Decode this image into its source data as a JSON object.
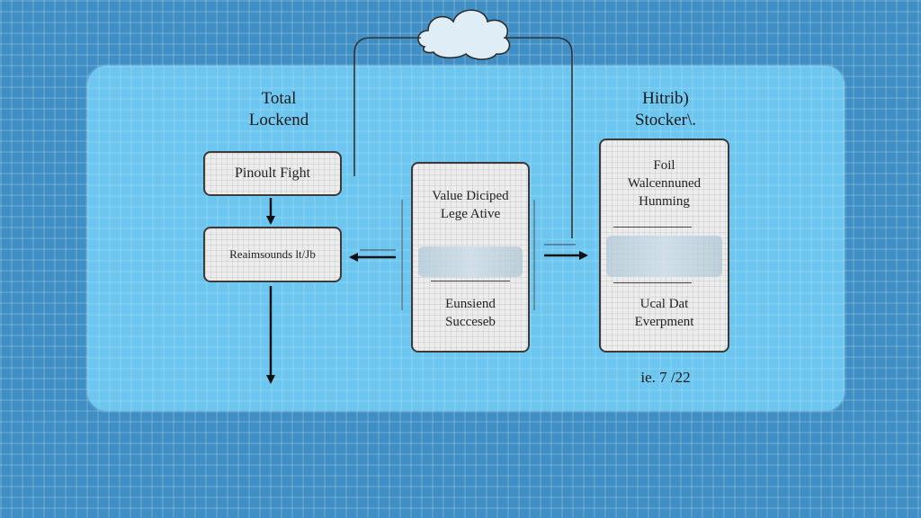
{
  "diagram": {
    "left_heading": [
      "Total",
      "Lockend"
    ],
    "right_heading": [
      "Hitrib)",
      "Stocker\\."
    ],
    "left_top_box": "Pinoult Fight",
    "left_bottom_box": "Reaimsounds lt/Jb",
    "center_box": {
      "top": [
        "Value Diciped",
        "Lege Ative"
      ],
      "bottom": [
        "Eunsiend",
        "Succeseb"
      ]
    },
    "right_box": {
      "top": [
        "Foil",
        "Walcennuned",
        "Hunming"
      ],
      "bottom": [
        "Ucal Dat",
        "Everpment"
      ]
    },
    "version_label": "ie. 7 /22",
    "icons": [
      "cloud-icon"
    ],
    "colors": {
      "background": "#3f8fc4",
      "panel": "#6cc6ef",
      "box_fill": "#ececec",
      "stroke": "#1a1a1a"
    }
  }
}
